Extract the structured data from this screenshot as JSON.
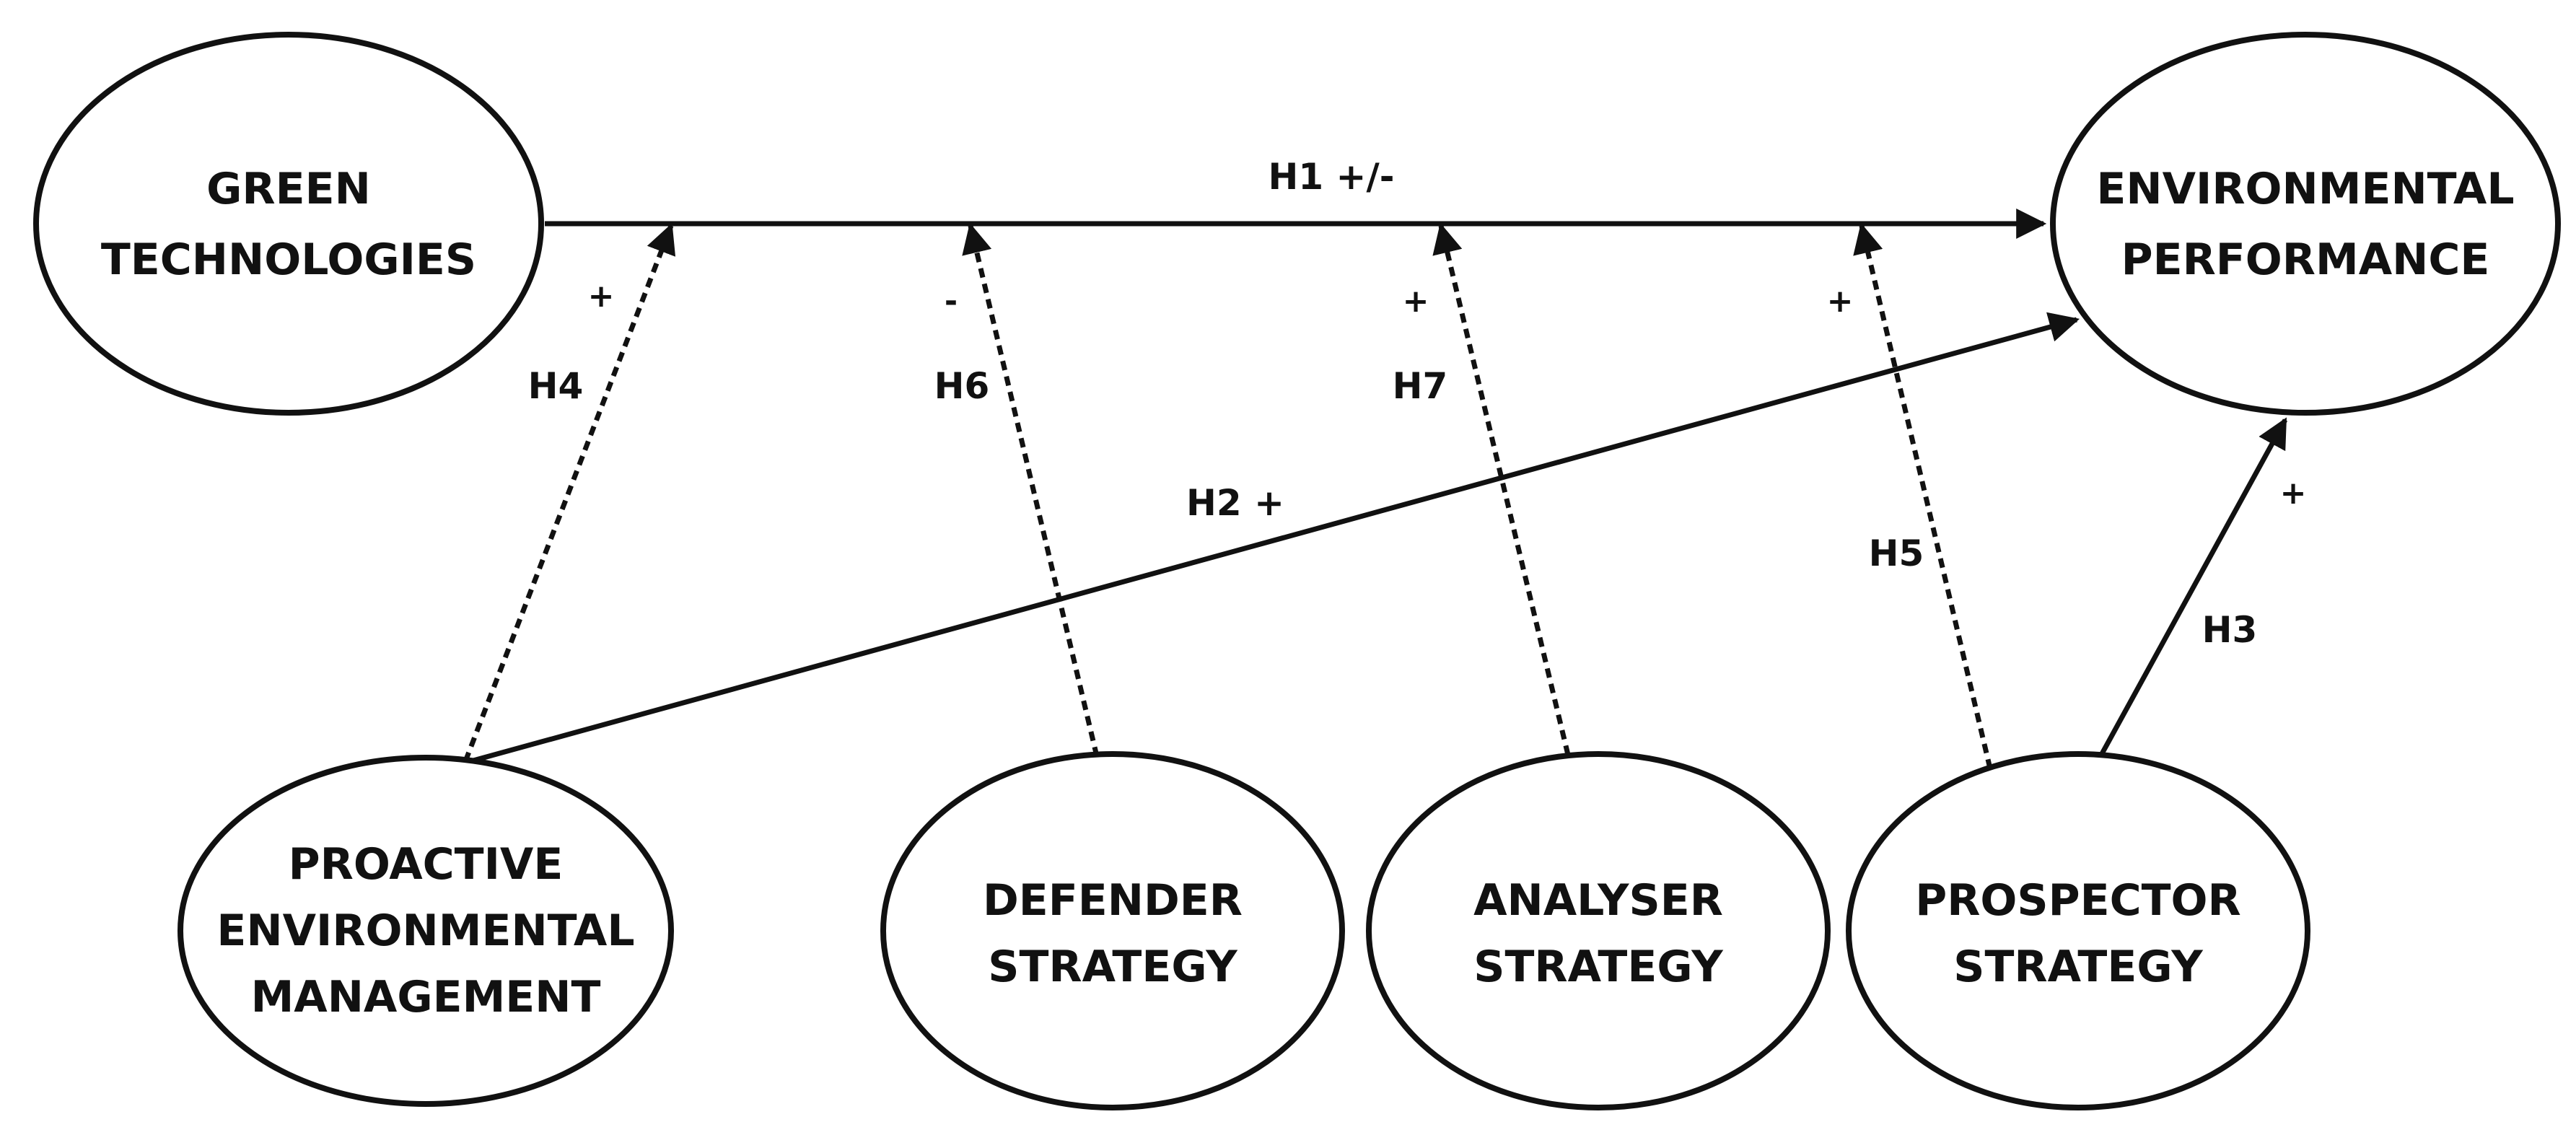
{
  "nodes": {
    "green_technologies": {
      "lines": [
        "GREEN",
        "TECHNOLOGIES"
      ]
    },
    "environmental_performance": {
      "lines": [
        "ENVIRONMENTAL",
        "PERFORMANCE"
      ]
    },
    "proactive_environmental_management": {
      "lines": [
        "PROACTIVE",
        "ENVIRONMENTAL",
        "MANAGEMENT"
      ]
    },
    "defender_strategy": {
      "lines": [
        "DEFENDER",
        "STRATEGY"
      ]
    },
    "analyser_strategy": {
      "lines": [
        "ANALYSER",
        "STRATEGY"
      ]
    },
    "prospector_strategy": {
      "lines": [
        "PROSPECTOR",
        "STRATEGY"
      ]
    }
  },
  "edges": {
    "h1": {
      "label": "H1  +/-",
      "from": "green_technologies",
      "to": "environmental_performance",
      "style": "solid"
    },
    "h2": {
      "label": "H2 +",
      "from": "proactive_environmental_management",
      "to": "environmental_performance",
      "style": "solid"
    },
    "h3": {
      "label": "H3",
      "sign": "+",
      "from": "prospector_strategy",
      "to": "environmental_performance",
      "style": "solid"
    },
    "h4": {
      "label": "H4",
      "sign": "+",
      "from": "proactive_environmental_management",
      "to": "h1",
      "style": "dashed"
    },
    "h5": {
      "label": "H5",
      "sign": "+",
      "from": "prospector_strategy",
      "to": "h1",
      "style": "dashed"
    },
    "h6": {
      "label": "H6",
      "sign": "-",
      "from": "defender_strategy",
      "to": "h1",
      "style": "dashed"
    },
    "h7": {
      "label": "H7",
      "sign": "+",
      "from": "analyser_strategy",
      "to": "h1",
      "style": "dashed"
    }
  }
}
